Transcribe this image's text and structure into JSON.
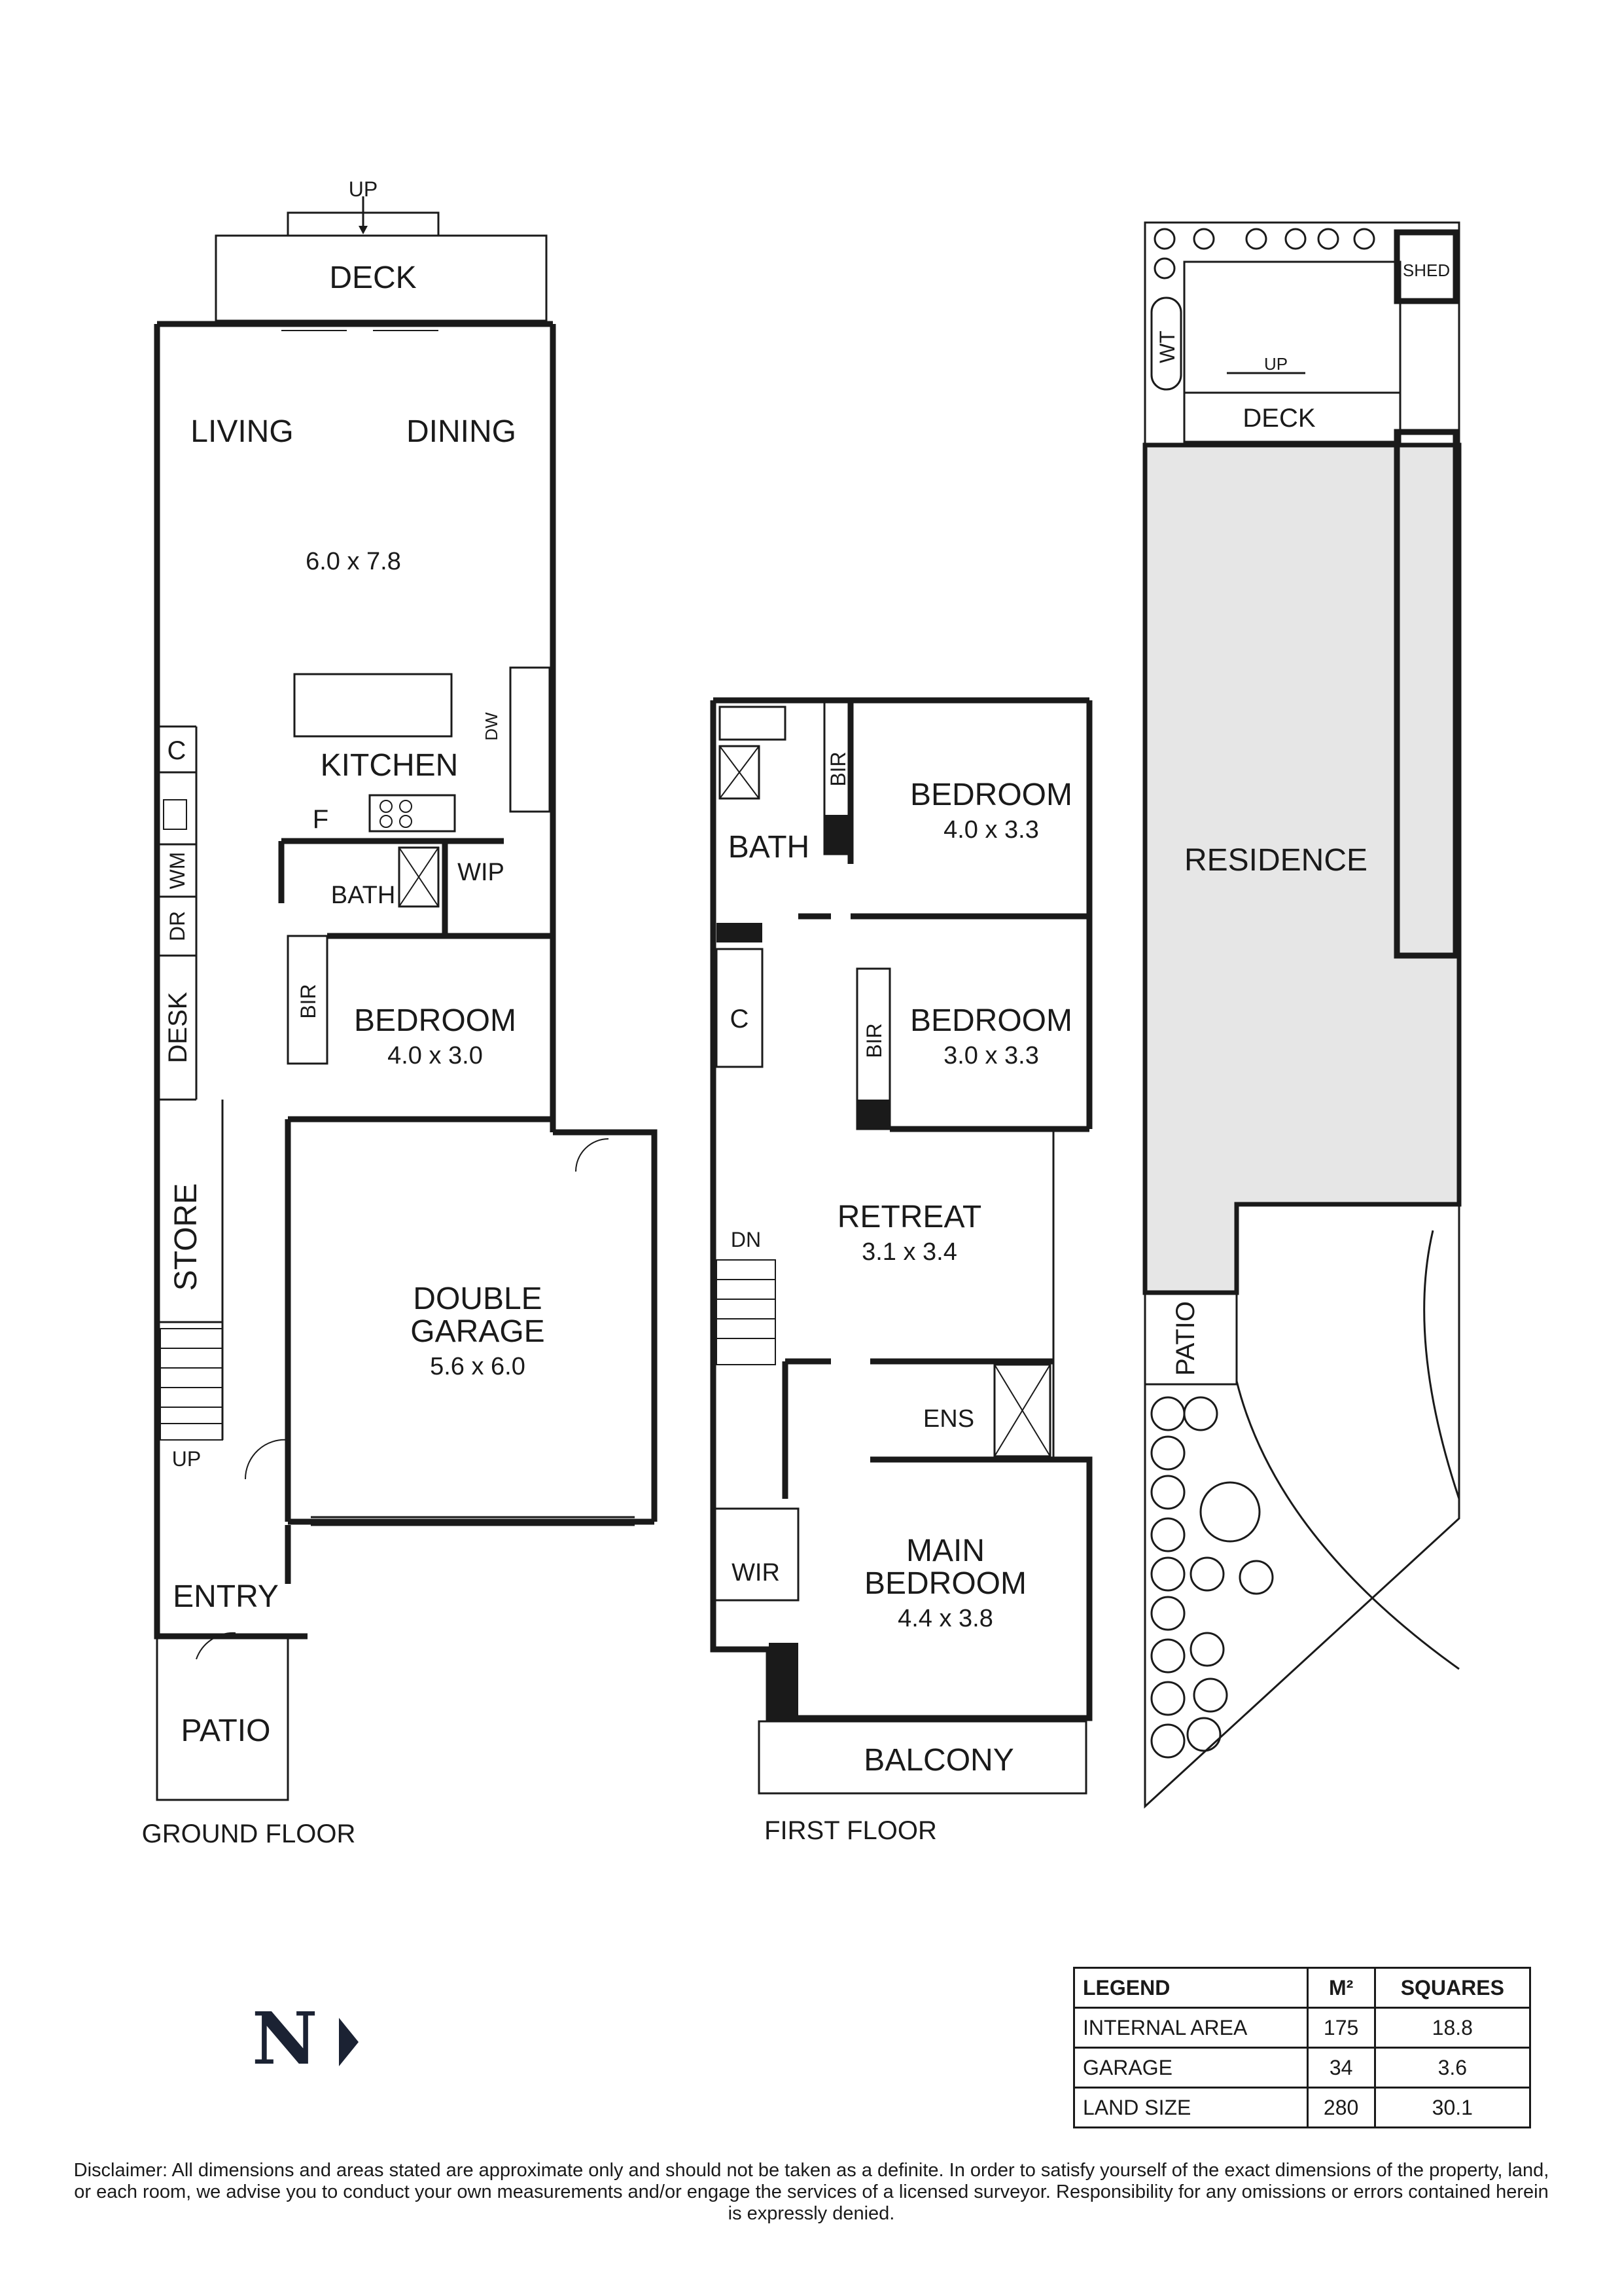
{
  "ground_floor": {
    "title": "GROUND FLOOR",
    "up_deck": "UP",
    "deck": "DECK",
    "living": "LIVING",
    "dining": "DINING",
    "living_dim": "6.0 x 7.8",
    "kitchen": "KITCHEN",
    "dw": "DW",
    "fridge": "F",
    "cupboard": "C",
    "wm": "WM",
    "dr": "DR",
    "desk": "DESK",
    "bath": "BATH",
    "wip": "WIP",
    "bir": "BIR",
    "bedroom": "BEDROOM",
    "bedroom_dim": "4.0 x 3.0",
    "store": "STORE",
    "up_stairs": "UP",
    "garage_line1": "DOUBLE",
    "garage_line2": "GARAGE",
    "garage_dim": "5.6 x 6.0",
    "entry": "ENTRY",
    "patio": "PATIO"
  },
  "first_floor": {
    "title": "FIRST FLOOR",
    "bath": "BATH",
    "bir1": "BIR",
    "bedroom1": "BEDROOM",
    "bedroom1_dim": "4.0 x 3.3",
    "cupboard": "C",
    "bir2": "BIR",
    "bedroom2": "BEDROOM",
    "bedroom2_dim": "3.0 x 3.3",
    "retreat": "RETREAT",
    "retreat_dim": "3.1 x 3.4",
    "dn": "DN",
    "ens": "ENS",
    "wir": "WIR",
    "main_line1": "MAIN",
    "main_line2": "BEDROOM",
    "main_dim": "4.4 x 3.8",
    "balcony": "BALCONY"
  },
  "site_plan": {
    "shed": "SHED",
    "wt": "WT",
    "up": "UP",
    "deck": "DECK",
    "residence": "RESIDENCE",
    "patio": "PATIO"
  },
  "legend": {
    "headers": [
      "LEGEND",
      "M²",
      "SQUARES"
    ],
    "rows": [
      {
        "label": "INTERNAL AREA",
        "m2": "175",
        "squares": "18.8"
      },
      {
        "label": "GARAGE",
        "m2": "34",
        "squares": "3.6"
      },
      {
        "label": "LAND SIZE",
        "m2": "280",
        "squares": "30.1"
      }
    ]
  },
  "north": "N",
  "disclaimer": "Disclaimer: All dimensions and areas stated are approximate only and should not be taken as a definite. In order to satisfy yourself of the exact dimensions of the property, land, or each room, we advise you to conduct your own measurements and/or engage the services of a licensed surveyor. Responsibility for any omissions or errors contained herein is expressly denied.",
  "colors": {
    "ink": "#1a1a1a",
    "residence_fill": "#e6e6e6",
    "north": "#1b2233"
  }
}
